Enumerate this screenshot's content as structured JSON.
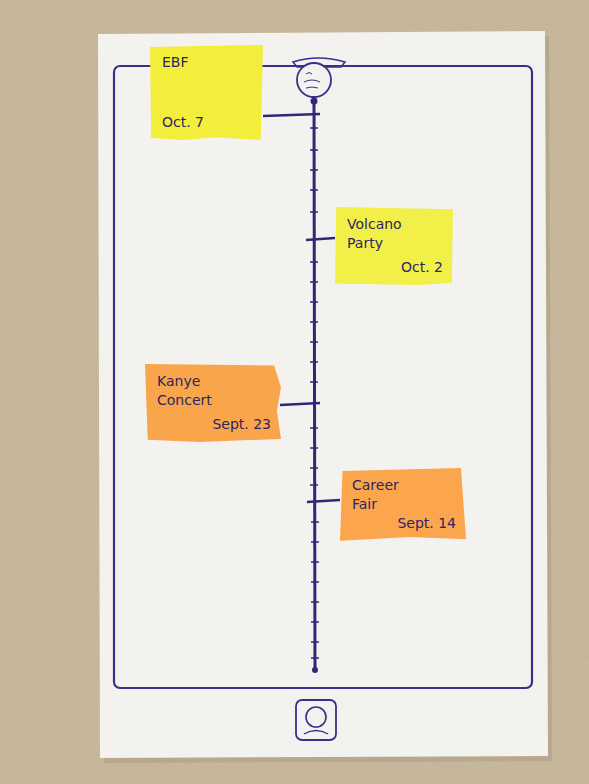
{
  "diagram": {
    "nodes": [
      {
        "text": [
          "EBF",
          "Oct. 7"
        ]
      },
      {
        "text": [
          "Volcano Party",
          "Oct. 2"
        ]
      },
      {
        "text": [
          "Kanye Concert",
          "Sept. 23"
        ]
      },
      {
        "text": [
          "Career Fair",
          "Sept. 14"
        ]
      }
    ]
  }
}
